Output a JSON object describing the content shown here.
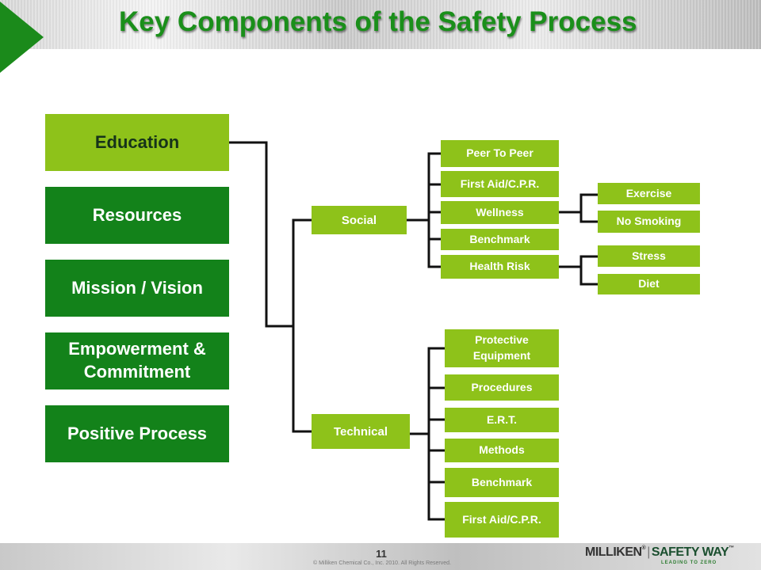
{
  "title": "Key Components of the Safety Process",
  "left_components": [
    "Education",
    "Resources",
    "Mission / Vision",
    "Empowerment & Commitment",
    "Positive Process"
  ],
  "branches": {
    "social": {
      "label": "Social",
      "items": [
        "Peer To Peer",
        "First Aid/C.P.R.",
        "Wellness",
        "Benchmark",
        "Health Risk"
      ],
      "wellness_items": [
        "Exercise",
        "No Smoking"
      ],
      "health_risk_items": [
        "Stress",
        "Diet"
      ]
    },
    "technical": {
      "label": "Technical",
      "items": [
        "Protective Equipment",
        "Procedures",
        "E.R.T.",
        "Methods",
        "Benchmark",
        "First Aid/C.P.R."
      ]
    }
  },
  "footer": {
    "page_number": "11",
    "copyright": "© Milliken Chemical Co., Inc. 2010. All Rights Reserved.",
    "brand_company": "MILLIKEN",
    "brand_mark": "®",
    "brand_separator": "|",
    "brand_product": "SAFETY WAY",
    "brand_tm": "™",
    "brand_tagline": "LEADING TO ZERO"
  },
  "colors": {
    "title_green": "#1a8f1a",
    "lime_box": "#8ec21a",
    "dark_green_box": "#13821a",
    "connector": "#111111"
  }
}
